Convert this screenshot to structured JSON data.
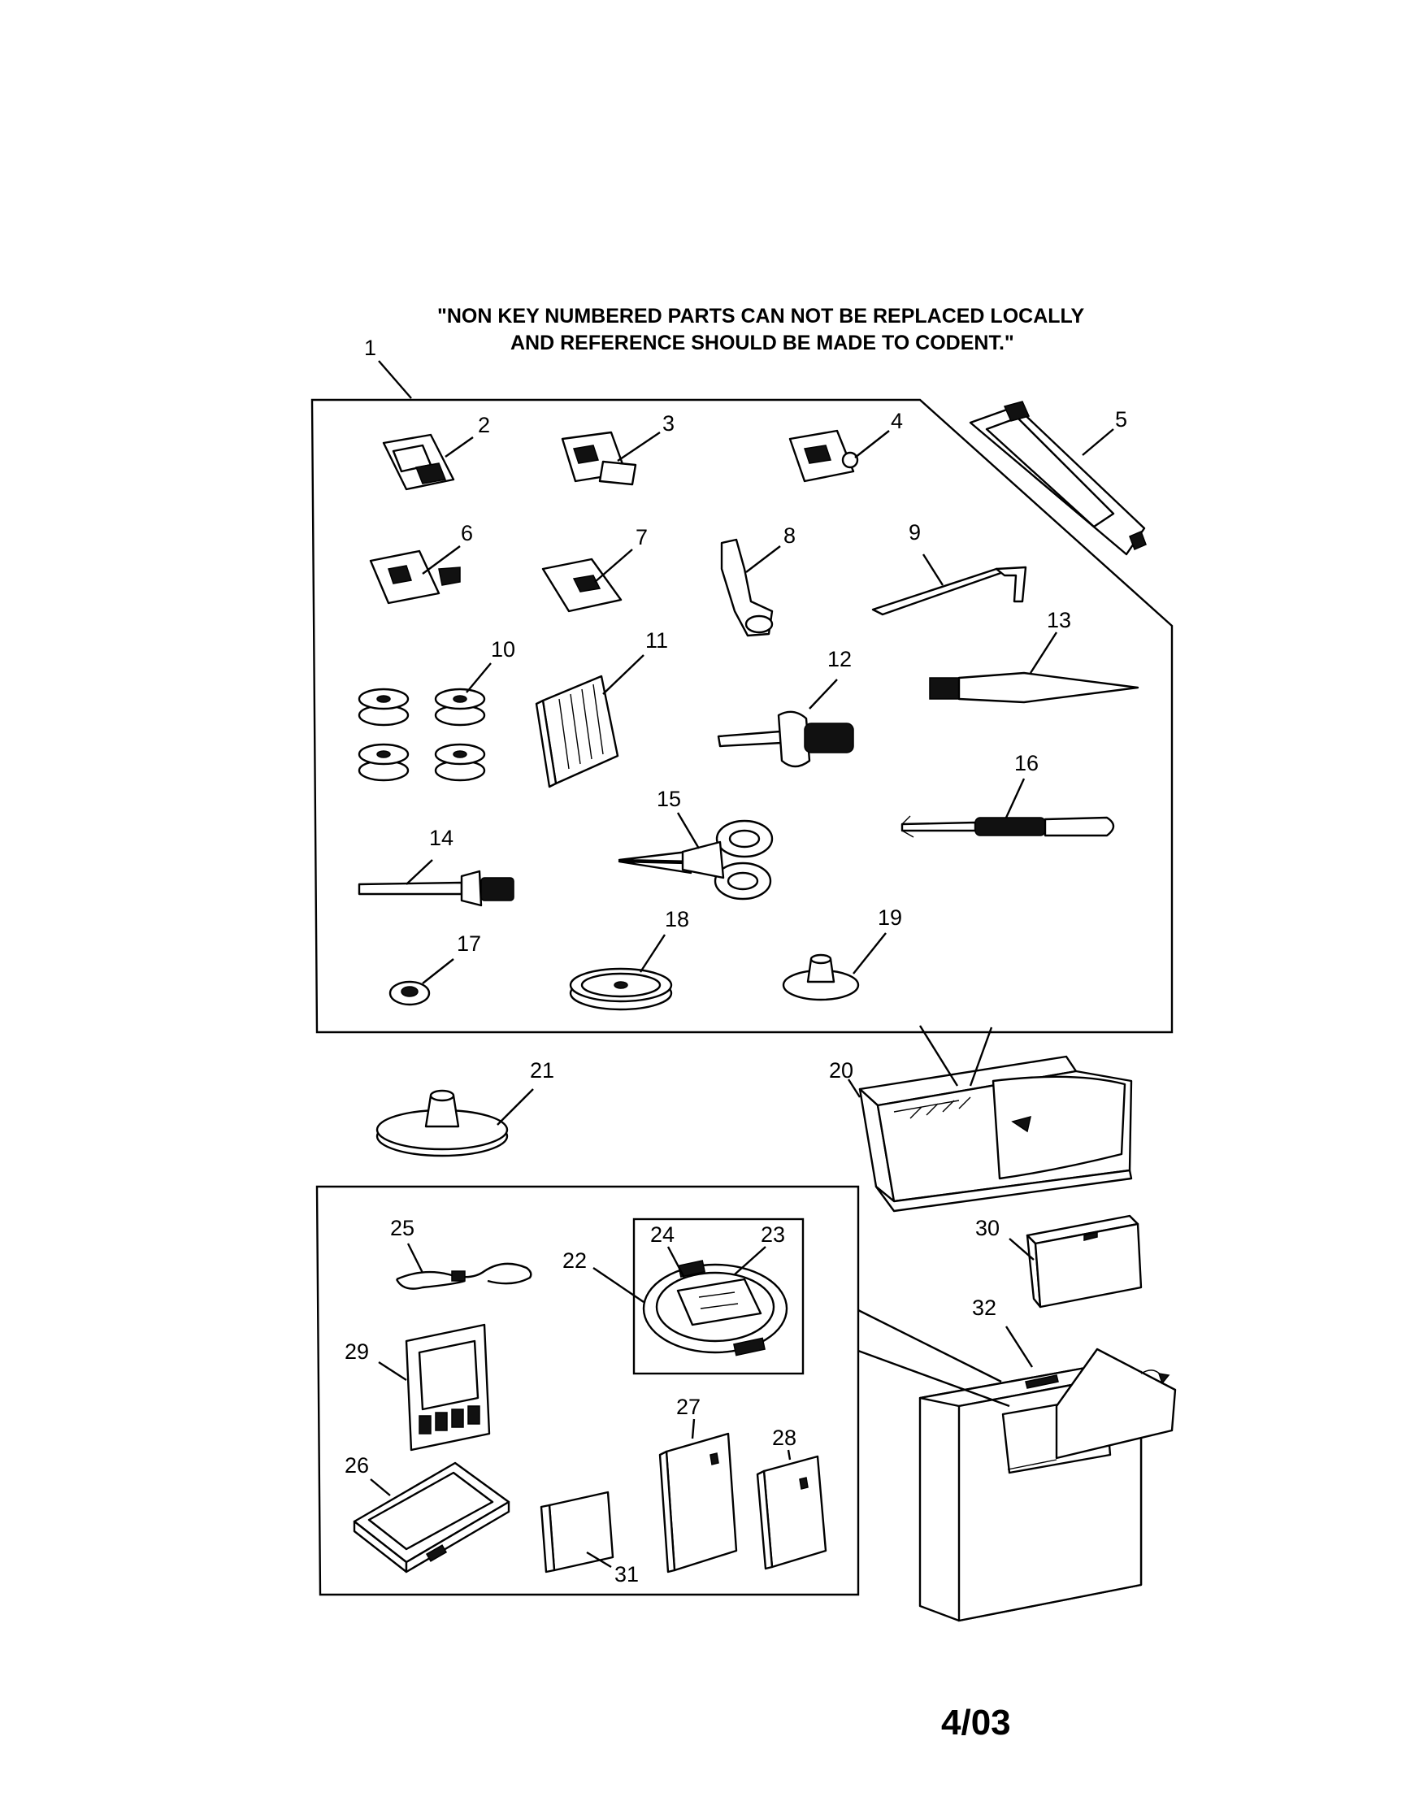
{
  "note": {
    "line1": "\"NON KEY NUMBERED PARTS CAN NOT BE REPLACED LOCALLY",
    "line2": "AND REFERENCE SHOULD BE MADE TO CODENT.\""
  },
  "callouts": {
    "c1": "1",
    "c2": "2",
    "c3": "3",
    "c4": "4",
    "c5": "5",
    "c6": "6",
    "c7": "7",
    "c8": "8",
    "c9": "9",
    "c10": "10",
    "c11": "11",
    "c12": "12",
    "c13": "13",
    "c14": "14",
    "c15": "15",
    "c16": "16",
    "c17": "17",
    "c18": "18",
    "c19": "19",
    "c20": "20",
    "c21": "21",
    "c22": "22",
    "c23": "23",
    "c24": "24",
    "c25": "25",
    "c26": "26",
    "c27": "27",
    "c28": "28",
    "c29": "29",
    "c30": "30",
    "c31": "31",
    "c32": "32"
  },
  "page_number": "4/03"
}
